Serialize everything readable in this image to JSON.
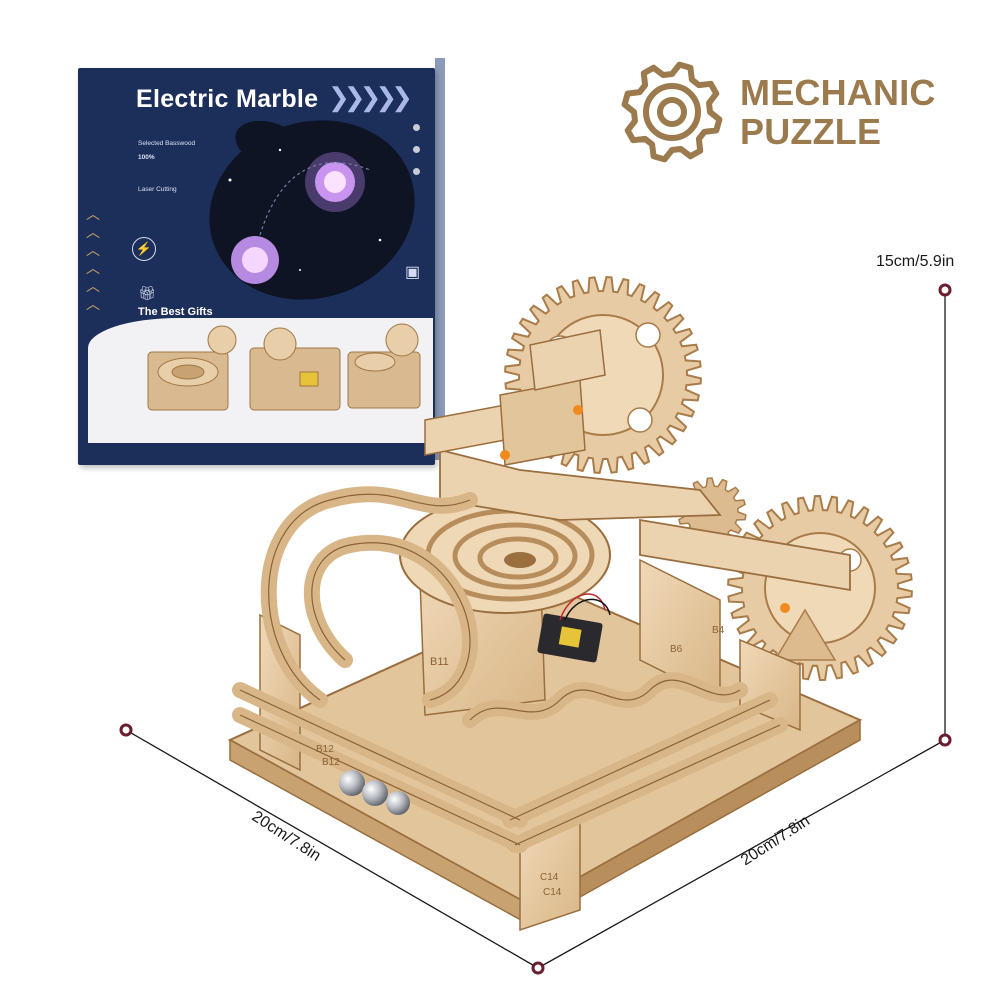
{
  "box": {
    "title": "Electric Marble",
    "spec_1": "Selected Basswood",
    "spec_2": "100%",
    "spec_3": "Laser Cutting",
    "spec_4": "",
    "gifts_heading": "The Best Gifts",
    "gifts_sub": ""
  },
  "logo": {
    "line1": "MECHANIC",
    "line2": "PUZZLE",
    "color": "#9b7a4d"
  },
  "dimensions": {
    "height": "15cm/5.9in",
    "depth_left": "20cm/7.8in",
    "width_right": "20cm/7.8in"
  },
  "model_labels": {
    "b11": "B11",
    "b12": "B12",
    "b12b": "B12",
    "b4": "B4",
    "b6": "B6",
    "c14": "C14",
    "c14b": "C14"
  },
  "colors": {
    "wood": "#e6c9a4",
    "wood_dark": "#b88d5c",
    "wood_edge": "#8a6236",
    "box_blue": "#1c2e5a",
    "dimension_line": "#6b1c2e"
  },
  "icons": [
    "gear-logo-icon",
    "lightning-icon",
    "gift-icon",
    "jar-icon",
    "chevron-right-icon"
  ]
}
